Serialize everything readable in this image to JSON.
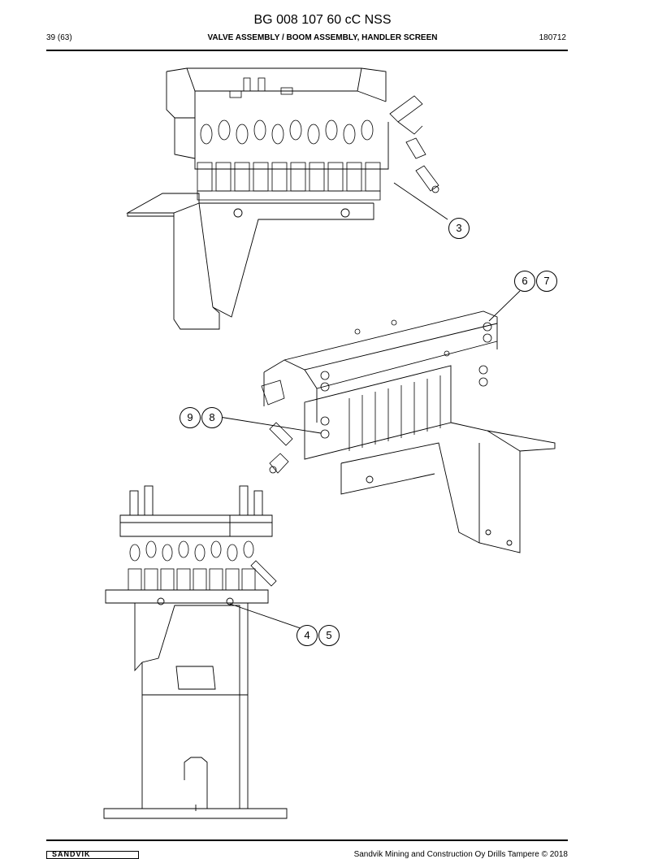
{
  "header": {
    "doc_title": "BG 008 107 60 cC NSS",
    "page_number": "39 (63)",
    "section_title": "VALVE ASSEMBLY / BOOM ASSEMBLY, HANDLER SCREEN",
    "doc_date": "180712"
  },
  "callouts": {
    "c3": "3",
    "c6": "6",
    "c7": "7",
    "c8": "8",
    "c9": "9",
    "c4": "4",
    "c5": "5"
  },
  "footer": {
    "logo_text": "SANDVIK",
    "copyright": "Sandvik Mining and Construction Oy Drills Tampere © 2018"
  }
}
